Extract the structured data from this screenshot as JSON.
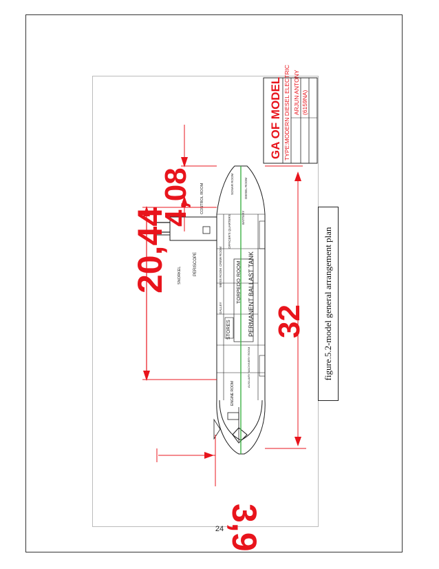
{
  "drawing": {
    "title_block": {
      "title": "GA OF MODEL",
      "type_line": "TYPE:MODERN DIESEL ELECTRIC",
      "author": "ARJUN ANTONY",
      "author_id": "(6159NA)"
    },
    "room_labels": {
      "control_room": "CONTROL ROOM",
      "periscope": "PERISCOPE",
      "snorkel": "SNORKEL",
      "stores": "STORES",
      "torpedo_room": "TORPEDO ROOM",
      "permanent_ballast_tank": "PERMANENT BALLAST TANK",
      "engine_room": "ENGINE ROOM",
      "auxiliary_machinery_room": "AUXILIARY MACHINERY ROOM",
      "officers_quarters": "OFFICER'S QUARTERS",
      "sonar_room": "SONAR ROOM",
      "diesel_room": "DIESEL ROOM",
      "battery": "BATTERY",
      "galley": "GALLEY",
      "mess_room": "MESS ROOM",
      "crew_room": "CREW ROOM"
    },
    "dimensions": {
      "height_overall": "20,44",
      "sail_height": "4,08",
      "length": "32",
      "aft_offset": "3,9"
    }
  },
  "caption": "figure.5.2-model general arrangement plan",
  "page_number": "24",
  "colors": {
    "dimension_red": "#e8141c",
    "centerline_green": "#3cb043",
    "hull_line": "#1a1a1a"
  }
}
